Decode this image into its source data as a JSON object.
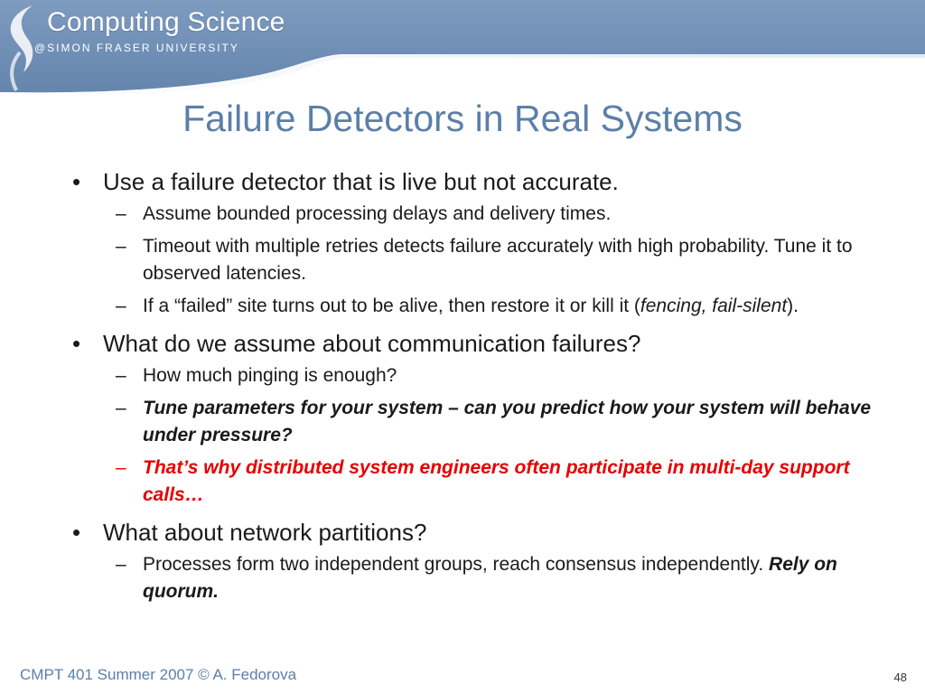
{
  "header": {
    "brand_title": "Computing Science",
    "brand_subtitle": "@SIMON FRASER UNIVERSITY",
    "colors": {
      "band": "#6f8db3",
      "swoosh": "#ffffff",
      "title": "#5b7fa8"
    },
    "logo_icon": "s-swoosh-icon"
  },
  "slide": {
    "title": "Failure Detectors in Real Systems",
    "bullets": [
      {
        "text": "Use a failure detector that is live but not accurate.",
        "subs": [
          {
            "text": "Assume bounded processing delays and delivery times."
          },
          {
            "text": "Timeout with multiple retries detects failure accurately with high probability.  Tune it to observed latencies."
          },
          {
            "before": "If a “failed” site turns out to be alive, then restore it or kill it (",
            "italic": "fencing, fail-silent",
            "after": ")."
          }
        ]
      },
      {
        "text": "What do we assume about communication failures?",
        "subs": [
          {
            "text": "How much pinging is enough?"
          },
          {
            "text": "Tune parameters for your system – can you predict how your system will behave under pressure?"
          },
          {
            "text": "That’s why distributed system engineers often participate in multi-day support calls…"
          }
        ]
      },
      {
        "text": "What about network partitions?",
        "subs": [
          {
            "before": "Processes form two independent groups, reach consensus independently. ",
            "bold_italic": "Rely on quorum."
          }
        ]
      }
    ],
    "red_color": "#e60000"
  },
  "footer": {
    "course": "CMPT 401 Summer 2007  © A. Fedorova",
    "page_number": "48"
  }
}
